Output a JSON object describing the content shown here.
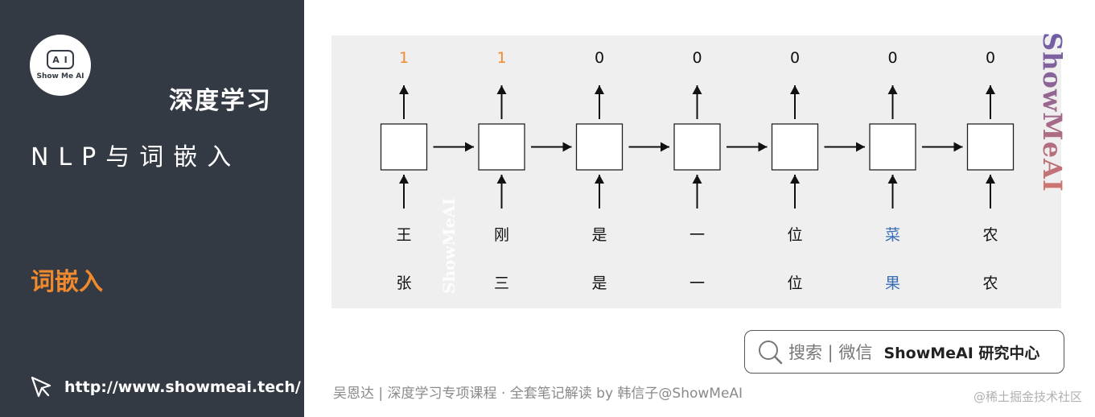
{
  "sidebar": {
    "logo_text": "Show Me AI",
    "logo_glyph": "A I",
    "course_title": "深度学习",
    "course_subtitle": "NLP与词嵌入",
    "section_title": "词嵌入",
    "site_url": "http://www.showmeai.tech/",
    "cursor_icon": "cursor-icon"
  },
  "diagram": {
    "outputs": [
      "1",
      "1",
      "0",
      "0",
      "0",
      "0",
      "0"
    ],
    "output_colors": [
      "#f08a2c",
      "#f08a2c",
      "#111111",
      "#111111",
      "#111111",
      "#111111",
      "#111111"
    ],
    "row1_words": [
      "王",
      "刚",
      "是",
      "一",
      "位",
      "菜",
      "农"
    ],
    "row2_words": [
      "张",
      "三",
      "是",
      "一",
      "位",
      "果",
      "农"
    ],
    "word_colors": [
      "#111111",
      "#111111",
      "#111111",
      "#111111",
      "#111111",
      "#3a6db5",
      "#111111"
    ]
  },
  "watermarks": {
    "right": "ShowMeAI",
    "middle": "ShowMeAI"
  },
  "search": {
    "icon": "search-icon",
    "hint": "搜索 | 微信",
    "brand": "ShowMeAI 研究中心"
  },
  "footer": {
    "credit": "吴恩达 | 深度学习专项课程 · 全套笔记解读  by 韩信子@ShowMeAI",
    "corner": "@稀土掘金技术社区"
  }
}
